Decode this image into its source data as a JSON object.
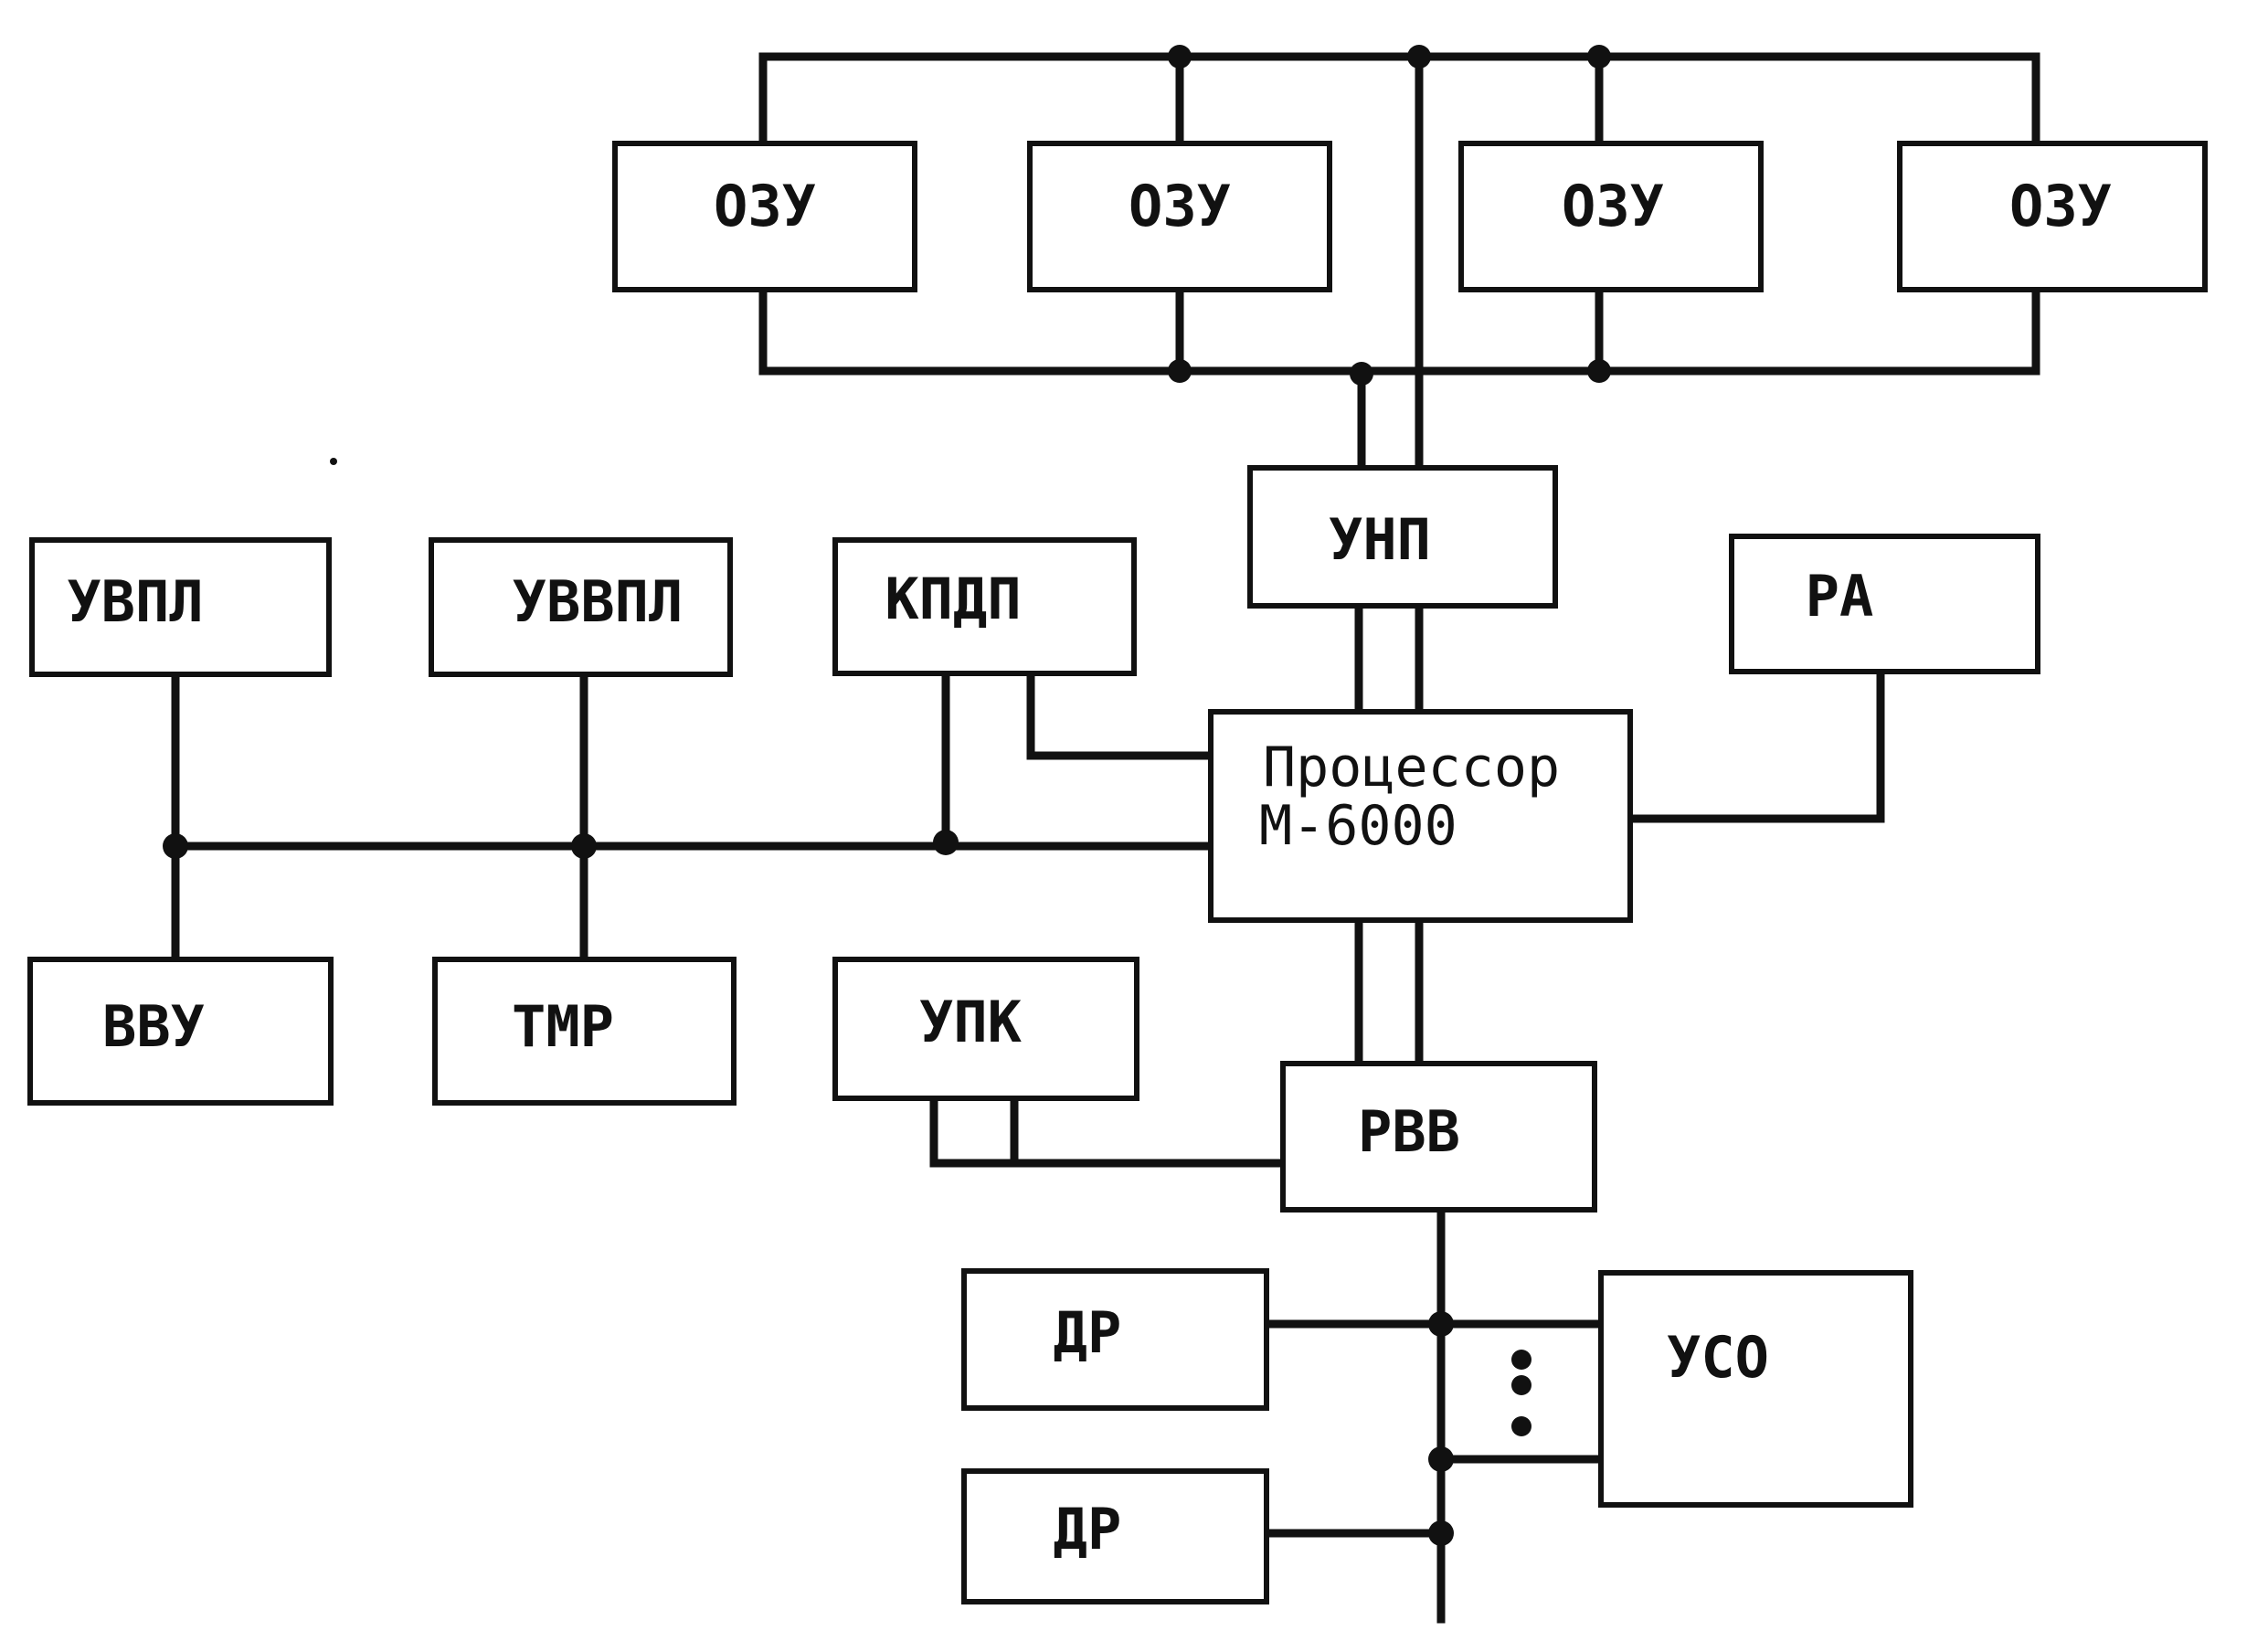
{
  "diagram": {
    "ram": [
      "ОЗУ",
      "ОЗУ",
      "ОЗУ",
      "ОЗУ"
    ],
    "unp": "УНП",
    "uvpl": "УВПЛ",
    "uvvpl": "УВВПЛ",
    "kpdp": "КПДП",
    "ra": "РА",
    "processor": {
      "line1": "Процессор",
      "line2": "М-6000"
    },
    "vvu": "ВВУ",
    "tmr": "ТМР",
    "upk": "УПК",
    "rvv": "РВВ",
    "dr1": "ДР",
    "dr2": "ДР",
    "uso": "УСО"
  }
}
